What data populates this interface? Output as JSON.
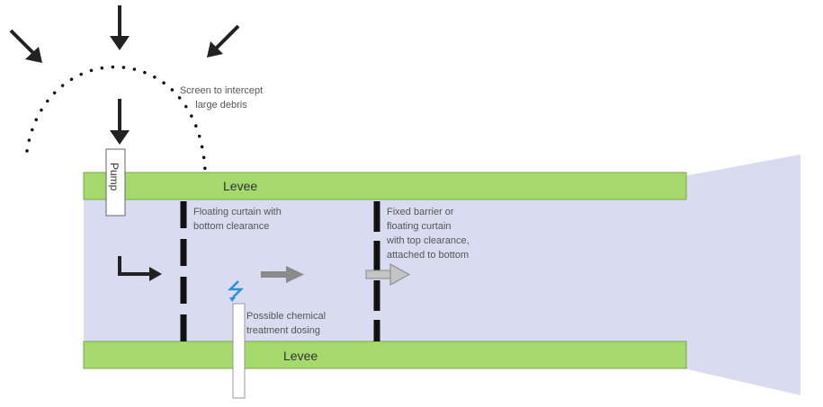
{
  "labels": {
    "screen_line1": "Screen to intercept",
    "screen_line2": "large debris",
    "levee_top": "Levee",
    "levee_bottom": "Levee",
    "pump": "Pump",
    "curtain1_line1": "Floating curtain with",
    "curtain1_line2": "bottom clearance",
    "barrier2_line1": "Fixed barrier or",
    "barrier2_line2": "floating curtain",
    "barrier2_line3": "with top clearance,",
    "barrier2_line4": "attached to bottom",
    "dosing_line1": "Possible chemical",
    "dosing_line2": "treatment dosing"
  },
  "colors": {
    "water": "#d9dcf0",
    "levee": "#a5d96b",
    "levee_border": "#7aa64a",
    "arrow_dark": "#222222",
    "flow_arrow": "#8a8a8a",
    "chemical": "#2e8fd6",
    "curtain": "#111111"
  },
  "icons": {
    "debris_arrows": "arrow-down-icon",
    "flow": "arrow-right-icon",
    "pump_outlet": "bent-arrow-icon",
    "dosing": "lightning-icon"
  }
}
